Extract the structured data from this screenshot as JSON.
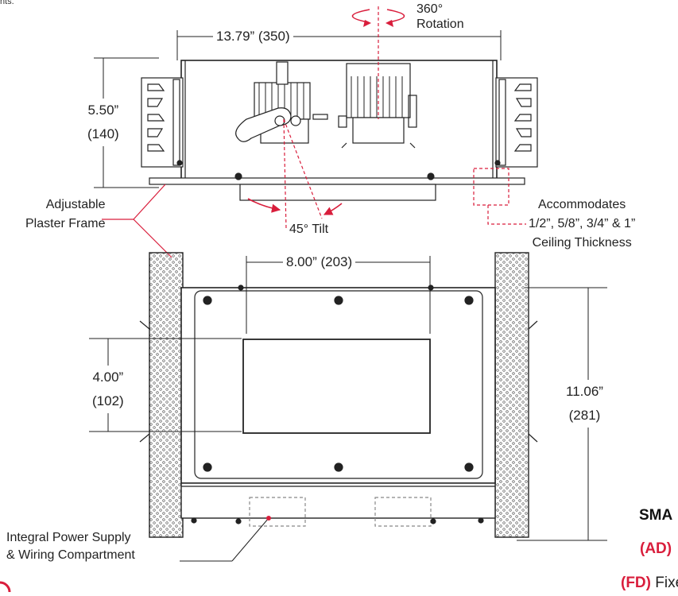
{
  "labels": {
    "top_fragment": "nts.",
    "rotation_line1": "360°",
    "rotation_line2": "Rotation",
    "plaster_frame_line1": "Adjustable",
    "plaster_frame_line2": "Plaster Frame",
    "tilt": "45° Tilt",
    "ceiling_line1": "Accommodates",
    "ceiling_line2": "1/2”, 5/8”, 3/4” & 1”",
    "ceiling_line3": "Ceiling Thickness",
    "power_supply_line1": "Integral Power Supply",
    "power_supply_line2": "& Wiring Compartment"
  },
  "dimensions": {
    "housing_width": "13.79” (350)",
    "housing_height_in": "5.50”",
    "housing_height_mm": "(140)",
    "aperture_width": "8.00” (203)",
    "aperture_height_in": "4.00”",
    "aperture_height_mm": "(102)",
    "housing_length_in": "11.06”",
    "housing_length_mm": "(281)"
  },
  "legend": {
    "heading": "SMA",
    "ad_code": "(AD)",
    "fd_code": "(FD)",
    "fd_text": "Fixed"
  },
  "colors": {
    "accent": "#d91e3c",
    "line": "#222222"
  }
}
